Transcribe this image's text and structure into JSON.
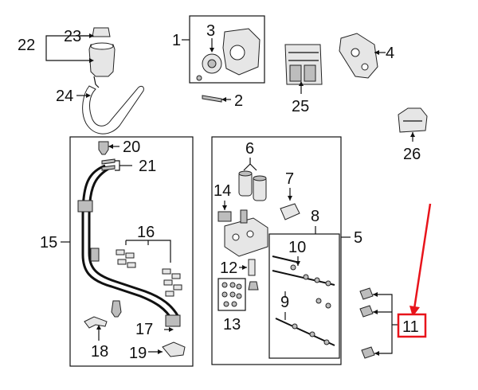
{
  "callouts": {
    "c1": "1",
    "c2": "2",
    "c3": "3",
    "c4": "4",
    "c5": "5",
    "c6": "6",
    "c7": "7",
    "c8": "8",
    "c9": "9",
    "c10": "10",
    "c11": "11",
    "c12": "12",
    "c13": "13",
    "c14": "14",
    "c15": "15",
    "c16": "16",
    "c17": "17",
    "c18": "18",
    "c19": "19",
    "c20": "20",
    "c21": "21",
    "c22": "22",
    "c23": "23",
    "c24": "24",
    "c25": "25",
    "c26": "26"
  },
  "colors": {
    "highlight": "#e8141b",
    "line": "#111111",
    "part_fill": "#e6e6e6",
    "part_dark": "#bdbdbd"
  },
  "highlighted_callout": "11"
}
